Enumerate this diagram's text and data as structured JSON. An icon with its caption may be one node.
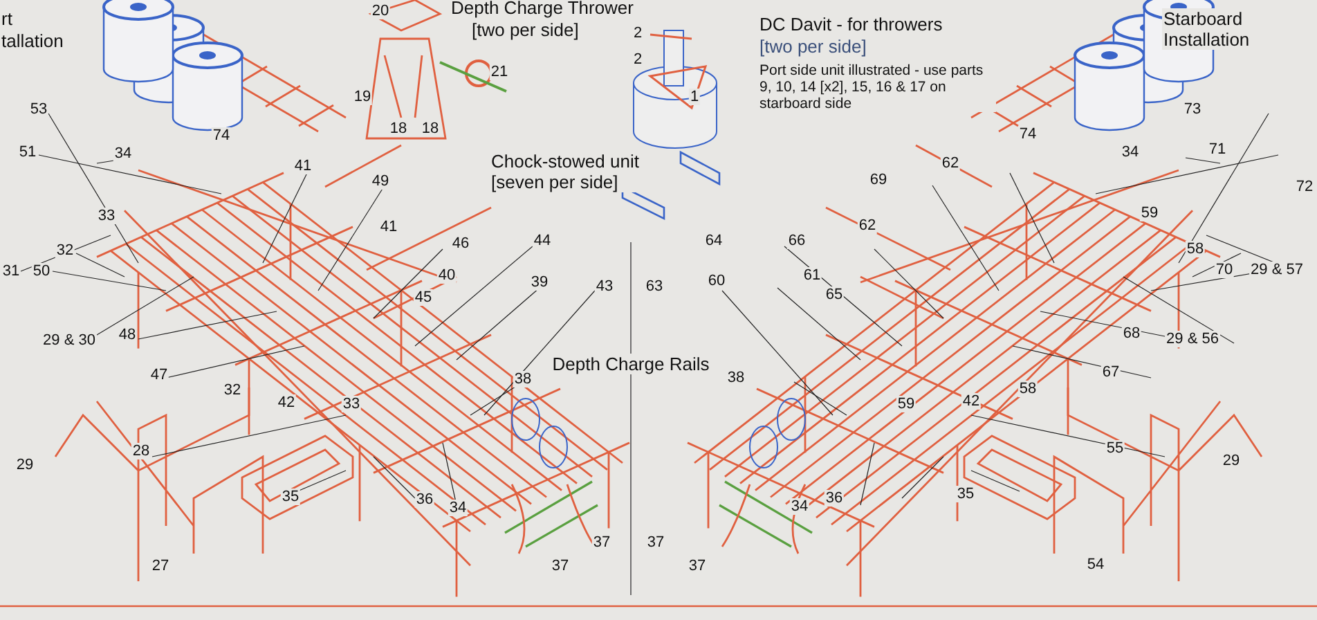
{
  "diagram": {
    "labels": [
      "rt",
      "tallation",
      "Depth Charge Thrower",
      "[two per side]",
      "20",
      "DC Davit - for throwers",
      "[two per side]",
      "Port side unit illustrated - use parts 9, 10, 14 [x2], 15, 16 & 17 on starboard side",
      "Starboard Installation",
      "2",
      "2",
      "1",
      "21",
      "19",
      "18",
      "18",
      "53",
      "74",
      "51",
      "34",
      "41",
      "49",
      "Chock-stowed unit [seven per side]",
      "69",
      "62",
      "74",
      "34",
      "73",
      "71",
      "72",
      "33",
      "41",
      "62",
      "59",
      "32",
      "46",
      "44",
      "64",
      "66",
      "58",
      "31",
      "50",
      "40",
      "39",
      "43",
      "63",
      "60",
      "61",
      "70",
      "29 & 57",
      "45",
      "65",
      "29 & 30",
      "48",
      "68",
      "29 & 56",
      "47",
      "67",
      "Depth Charge Rails",
      "38",
      "38",
      "32",
      "42",
      "33",
      "59",
      "42",
      "58",
      "28",
      "55",
      "29",
      "29",
      "35",
      "36",
      "34",
      "34",
      "36",
      "35",
      "27",
      "37",
      "37",
      "37",
      "37",
      "54"
    ]
  }
}
